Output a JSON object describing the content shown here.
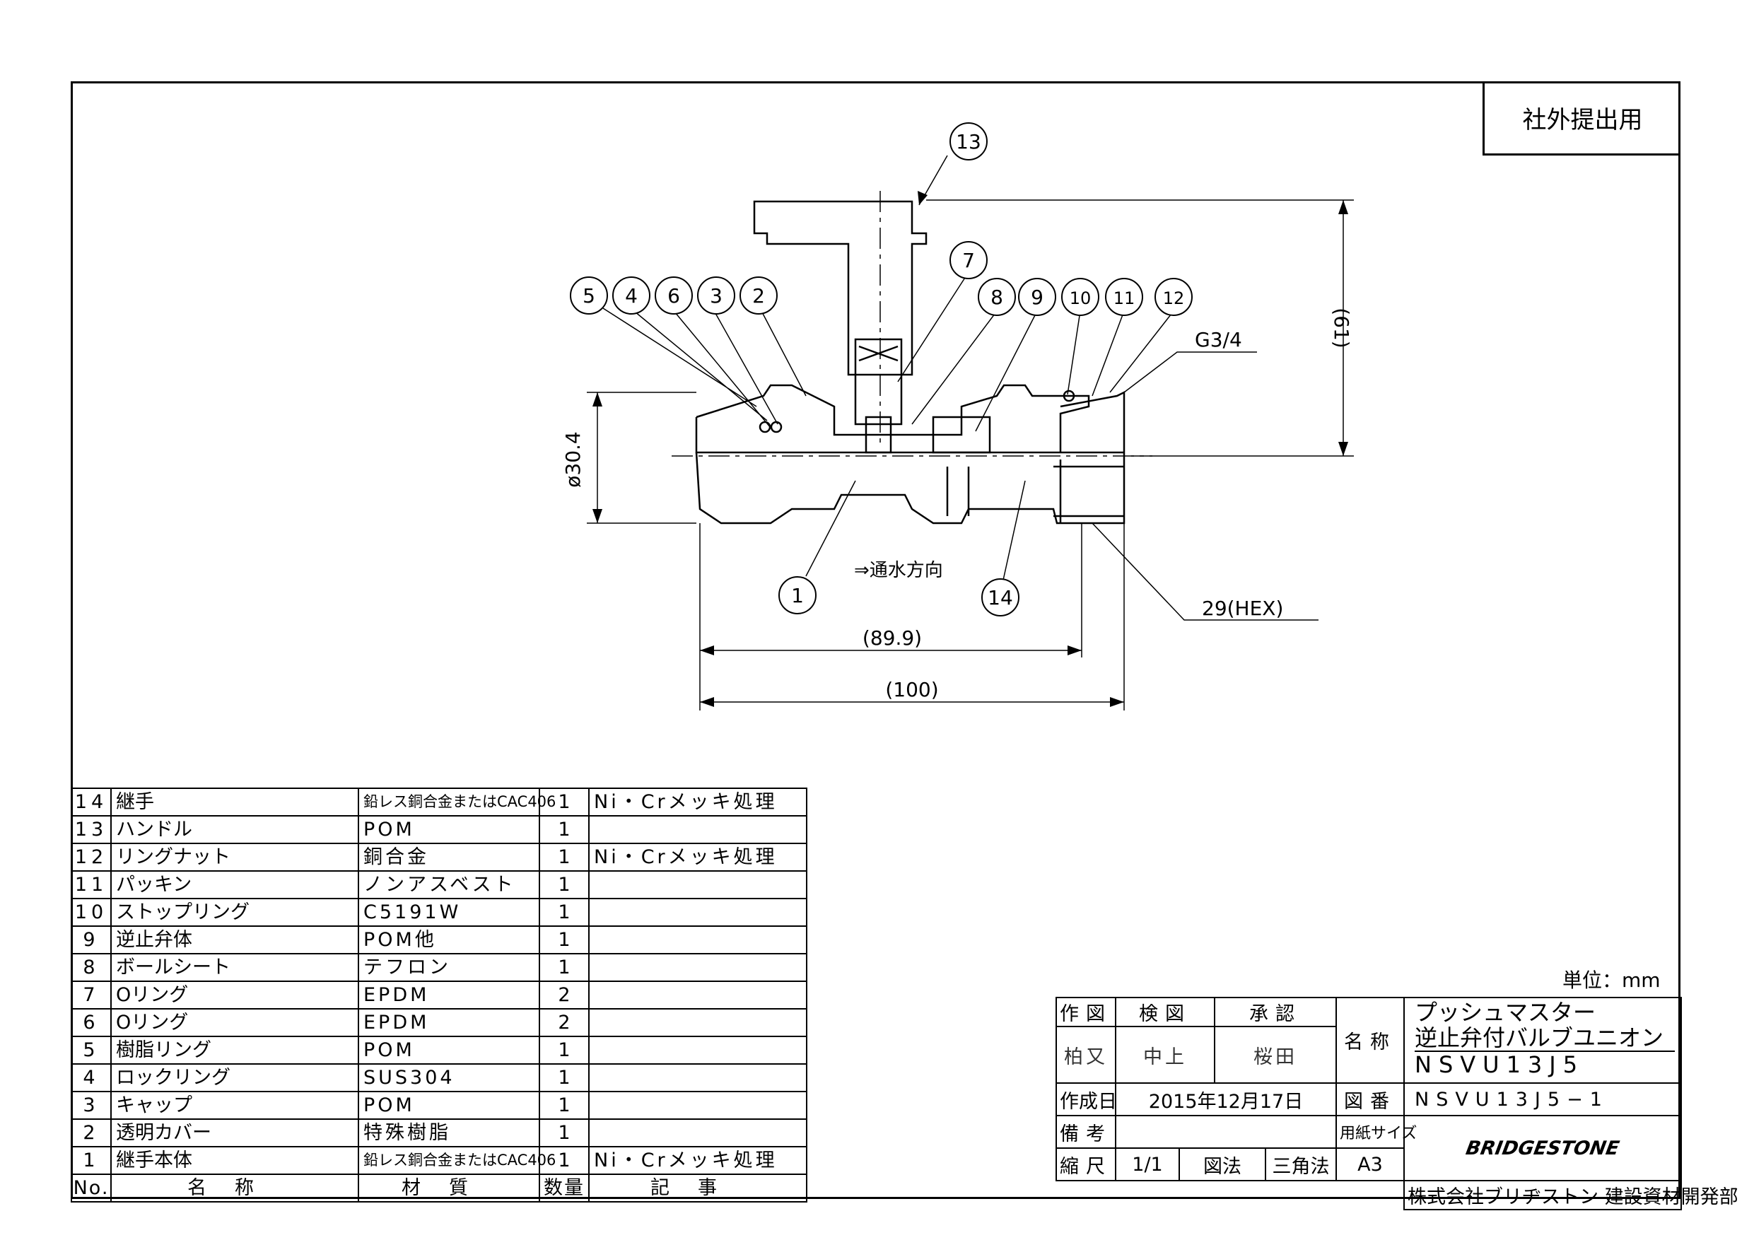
{
  "stamp": "社外提出用",
  "drawing": {
    "balloons": [
      "13",
      "5",
      "4",
      "6",
      "3",
      "2",
      "7",
      "8",
      "9",
      "10",
      "11",
      "12",
      "1",
      "14"
    ],
    "dims": {
      "height": "(61)",
      "diameter": "ø30.4",
      "thread": "G3/4",
      "hex": "29(HEX)",
      "len1": "(89.9)",
      "len2": "(100)"
    },
    "flow_label": "⇒通水方向"
  },
  "parts": {
    "rows": [
      {
        "no": "14",
        "name": "継手",
        "material": "鉛レス銅合金またはCAC406",
        "qty": "1",
        "remark": "Ni・Crメッキ処理"
      },
      {
        "no": "13",
        "name": "ハンドル",
        "material": "POM",
        "qty": "1",
        "remark": ""
      },
      {
        "no": "12",
        "name": "リングナット",
        "material": "銅合金",
        "qty": "1",
        "remark": "Ni・Crメッキ処理"
      },
      {
        "no": "11",
        "name": "パッキン",
        "material": "ノンアスベスト",
        "qty": "1",
        "remark": ""
      },
      {
        "no": "10",
        "name": "ストップリング",
        "material": "C5191W",
        "qty": "1",
        "remark": ""
      },
      {
        "no": "9",
        "name": "逆止弁体",
        "material": "POM他",
        "qty": "1",
        "remark": ""
      },
      {
        "no": "8",
        "name": "ボールシート",
        "material": "テフロン",
        "qty": "1",
        "remark": ""
      },
      {
        "no": "7",
        "name": "Oリング",
        "material": "EPDM",
        "qty": "2",
        "remark": ""
      },
      {
        "no": "6",
        "name": "Oリング",
        "material": "EPDM",
        "qty": "2",
        "remark": ""
      },
      {
        "no": "5",
        "name": "樹脂リング",
        "material": "POM",
        "qty": "1",
        "remark": ""
      },
      {
        "no": "4",
        "name": "ロックリング",
        "material": "SUS304",
        "qty": "1",
        "remark": ""
      },
      {
        "no": "3",
        "name": "キャップ",
        "material": "POM",
        "qty": "1",
        "remark": ""
      },
      {
        "no": "2",
        "name": "透明カバー",
        "material": "特殊樹脂",
        "qty": "1",
        "remark": ""
      },
      {
        "no": "1",
        "name": "継手本体",
        "material": "鉛レス銅合金またはCAC406",
        "qty": "1",
        "remark": "Ni・Crメッキ処理"
      }
    ],
    "header": {
      "no": "No.",
      "name": "名称",
      "material": "材質",
      "qty": "数量",
      "remark": "記事"
    }
  },
  "unit": "単位：mm",
  "title_block": {
    "made_label": "作図",
    "check_label": "検図",
    "approve_label": "承認",
    "made_by": "柏又",
    "checked_by": "中上",
    "approved_by": "桜田",
    "name_label": "名称",
    "name_line1": "プッシュマスター",
    "name_line2": "逆止弁付バルブユニオン",
    "model": "NSVU13J5",
    "date_label": "作成日",
    "date": "2015年12月17日",
    "drawno_label": "図番",
    "drawno": "NSVU13J5−1",
    "note_label": "備考",
    "paper_label": "用紙サイズ",
    "scale_label": "縮尺",
    "scale": "1/1",
    "method_label": "図法",
    "method": "三角法",
    "paper": "A3",
    "brand": "BRIDGESTONE",
    "company": "株式会社ブリヂストン 建設資材開発部"
  }
}
